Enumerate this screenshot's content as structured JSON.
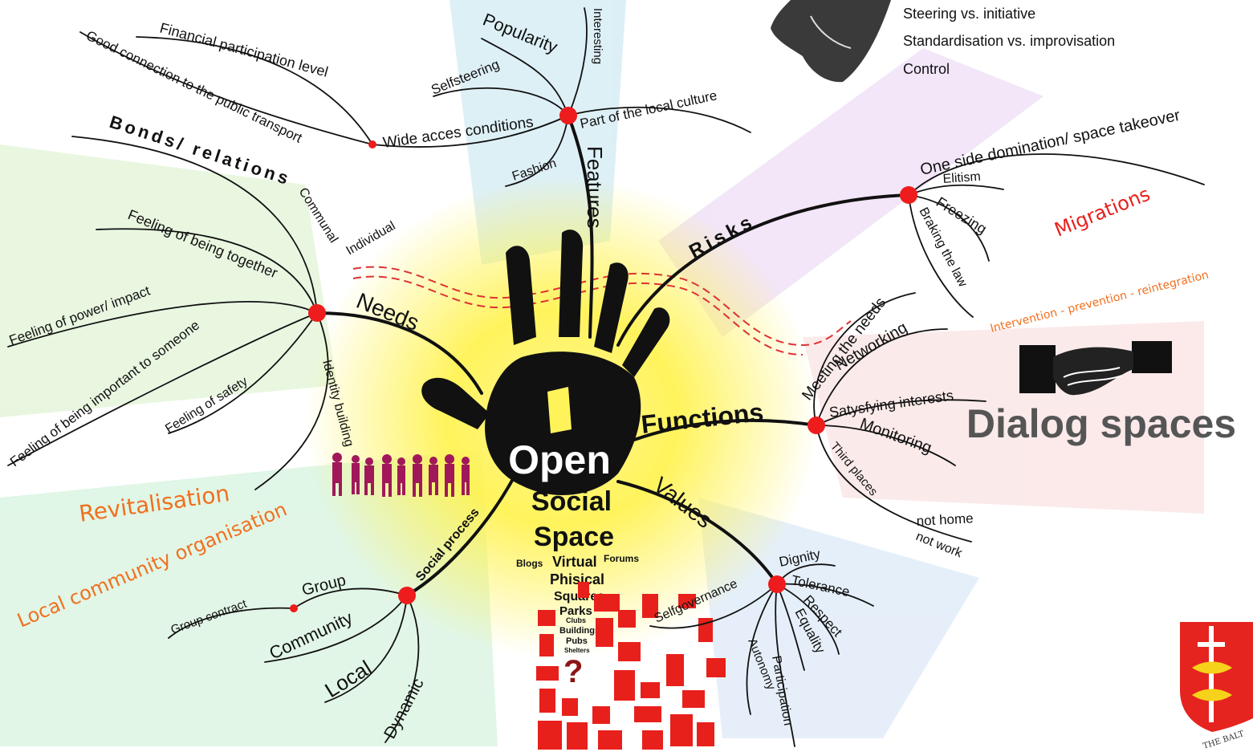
{
  "center": {
    "line1": "Open",
    "line2": "Social",
    "line3": "Space"
  },
  "central_words": [
    "Blogs",
    "Virtual",
    "Forums",
    "Phisical",
    "Squares",
    "Parks",
    "Clubs",
    "Buildings",
    "Pubs",
    "Shelters",
    "?"
  ],
  "features": {
    "label": "Features",
    "items": [
      "Popularity",
      "Interesting",
      "Selfsteering",
      "Part of the local culture",
      "Fashion",
      "Wide acces conditions",
      "Financial participation level",
      "Good connection to the public transport"
    ]
  },
  "needs": {
    "label": "Needs",
    "items": [
      "Bonds/ relations",
      "Communal",
      "Individual",
      "Feeling of being together",
      "Feeling of power/ impact",
      "Feeling of being important to someone",
      "Feeling of safety",
      "Identity building"
    ]
  },
  "risks": {
    "label": "Risks",
    "items": [
      "One side domination/ space takeover",
      "Elitism",
      "Freezing",
      "Braking the law"
    ]
  },
  "functions": {
    "label": "Functions",
    "items": [
      "Meeting the needs",
      "Networking",
      "Satysfying interests",
      "Monitoring",
      "Third places",
      "not home",
      "not work"
    ]
  },
  "values": {
    "label": "Values",
    "items": [
      "Dignity",
      "Tolerance",
      "Respect",
      "Equality",
      "Participation",
      "Autonomy",
      "Selfgovernance"
    ]
  },
  "social_process": {
    "label": "Social process",
    "items": [
      "Group",
      "Group contract",
      "Community",
      "Local",
      "Dynamic"
    ]
  },
  "top_list": [
    "Steering vs. initiative",
    "Standardisation vs. improvisation",
    "Control"
  ],
  "side_labels": {
    "migrations": "Migrations",
    "intervention": "Intervention - prevention - reintegration",
    "dialog": "Dialog spaces",
    "revitalisation": "Revitalisation",
    "local_org": "Local community organisation",
    "seal": "THE BALT"
  },
  "colors": {
    "node": "#ee1c1c",
    "orange": "#f07020",
    "red": "#e8201c",
    "dialog": "#555555",
    "people": "#a0185a",
    "crest": "#e52420"
  }
}
